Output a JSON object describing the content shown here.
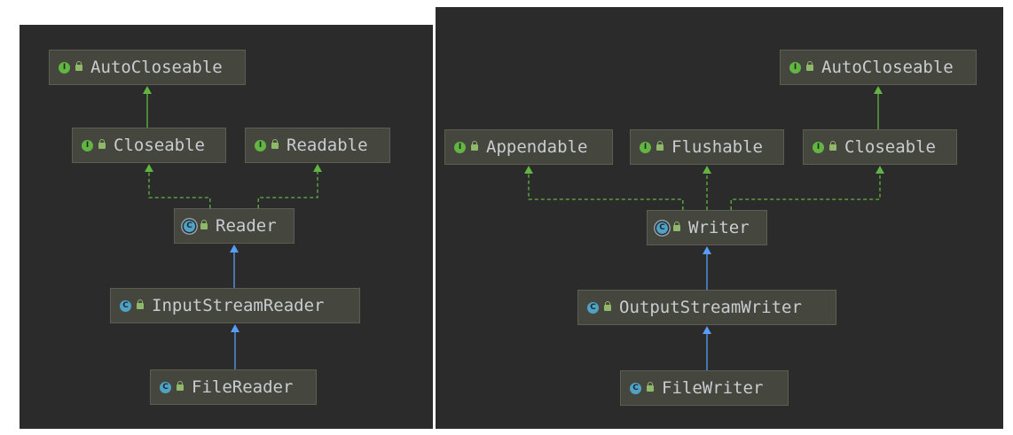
{
  "colors": {
    "panel_bg": "#2b2b2b",
    "node_bg": "#45463d",
    "interface_badge": "#62b543",
    "class_badge": "#4fa2c4",
    "implements_edge": "#62b543",
    "extends_edge": "#589df6"
  },
  "diagrams": [
    {
      "nodes": [
        {
          "id": "autocloseable",
          "label": "AutoCloseable",
          "kind": "interface",
          "badge": "I"
        },
        {
          "id": "closeable",
          "label": "Closeable",
          "kind": "interface",
          "badge": "I"
        },
        {
          "id": "readable",
          "label": "Readable",
          "kind": "interface",
          "badge": "I"
        },
        {
          "id": "reader",
          "label": "Reader",
          "kind": "abstract",
          "badge": "C"
        },
        {
          "id": "inputstreamreader",
          "label": "InputStreamReader",
          "kind": "class",
          "badge": "C"
        },
        {
          "id": "filereader",
          "label": "FileReader",
          "kind": "class",
          "badge": "C"
        }
      ],
      "edges": [
        {
          "from": "closeable",
          "to": "autocloseable",
          "type": "extends-interface"
        },
        {
          "from": "reader",
          "to": "closeable",
          "type": "implements"
        },
        {
          "from": "reader",
          "to": "readable",
          "type": "implements"
        },
        {
          "from": "inputstreamreader",
          "to": "reader",
          "type": "extends"
        },
        {
          "from": "filereader",
          "to": "inputstreamreader",
          "type": "extends"
        }
      ]
    },
    {
      "nodes": [
        {
          "id": "autocloseable",
          "label": "AutoCloseable",
          "kind": "interface",
          "badge": "I"
        },
        {
          "id": "appendable",
          "label": "Appendable",
          "kind": "interface",
          "badge": "I"
        },
        {
          "id": "flushable",
          "label": "Flushable",
          "kind": "interface",
          "badge": "I"
        },
        {
          "id": "closeable",
          "label": "Closeable",
          "kind": "interface",
          "badge": "I"
        },
        {
          "id": "writer",
          "label": "Writer",
          "kind": "abstract",
          "badge": "C"
        },
        {
          "id": "outputstreamwriter",
          "label": "OutputStreamWriter",
          "kind": "class",
          "badge": "C"
        },
        {
          "id": "filewriter",
          "label": "FileWriter",
          "kind": "class",
          "badge": "C"
        }
      ],
      "edges": [
        {
          "from": "closeable",
          "to": "autocloseable",
          "type": "extends-interface"
        },
        {
          "from": "writer",
          "to": "appendable",
          "type": "implements"
        },
        {
          "from": "writer",
          "to": "flushable",
          "type": "implements"
        },
        {
          "from": "writer",
          "to": "closeable",
          "type": "implements"
        },
        {
          "from": "outputstreamwriter",
          "to": "writer",
          "type": "extends"
        },
        {
          "from": "filewriter",
          "to": "outputstreamwriter",
          "type": "extends"
        }
      ]
    }
  ]
}
